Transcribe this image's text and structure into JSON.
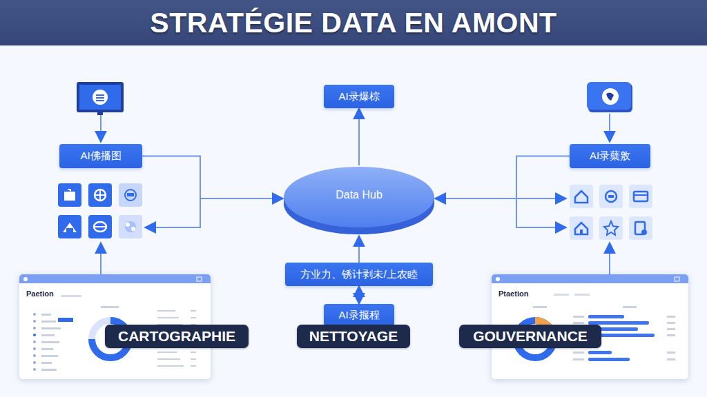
{
  "diagram": {
    "title": "STRATÉGIE DATA EN AMONT",
    "nodes": [
      {
        "text": [
          "AI录爆棕"
        ]
      },
      {
        "text": [
          "AI佛播图"
        ]
      },
      {
        "text": [
          "AI录蘖敫"
        ]
      },
      {
        "text": [
          "Data Hub"
        ]
      },
      {
        "text": [
          "方业力、锈计剥未/上农睦"
        ]
      },
      {
        "text": [
          "AI录揠程"
        ]
      },
      {
        "text": [
          "Paetion"
        ]
      },
      {
        "text": [
          "Ptaetion"
        ]
      },
      {
        "text": [
          "CARTOGRAPHIE"
        ]
      },
      {
        "text": [
          "NETTOYAGE"
        ]
      },
      {
        "text": [
          "GOUVERNANCE"
        ]
      }
    ],
    "edges": [
      {
        "from": 3,
        "to": 0,
        "arrow": "to"
      },
      {
        "from": 1,
        "to": 3,
        "arrow": "to"
      },
      {
        "from": 2,
        "to": 3,
        "arrow": "to"
      },
      {
        "from": 4,
        "to": 3,
        "arrow": "to"
      },
      {
        "from": 4,
        "to": 5,
        "arrow": "both"
      }
    ]
  }
}
